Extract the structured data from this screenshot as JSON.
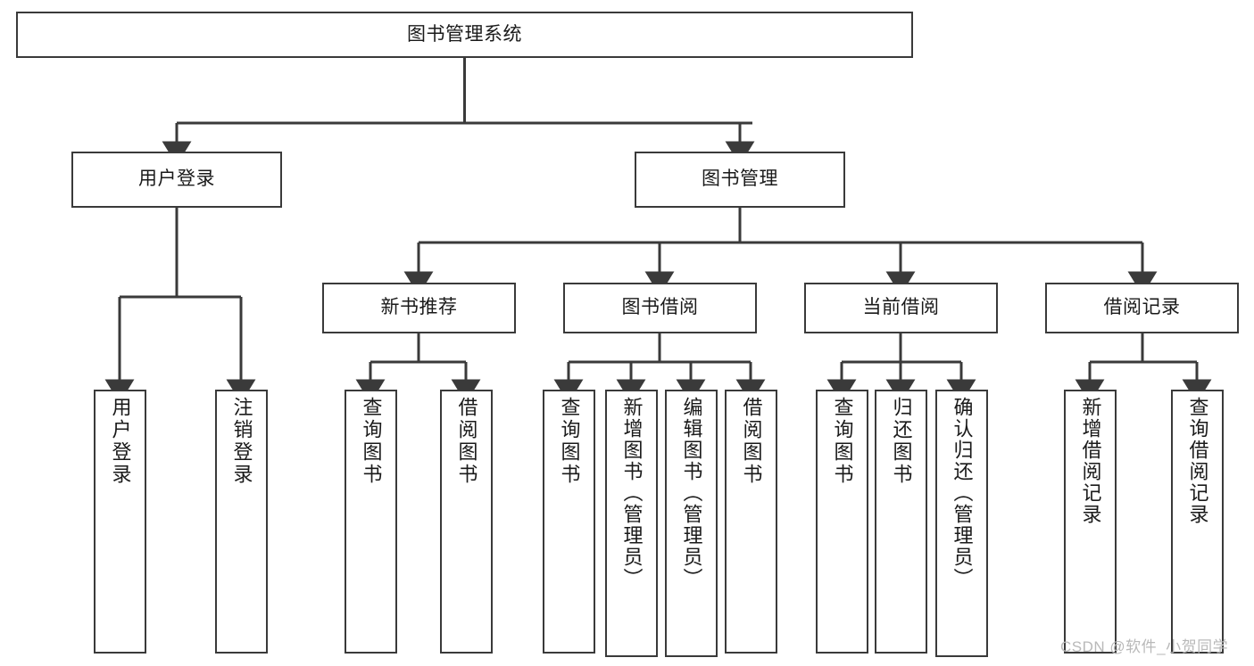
{
  "diagram": {
    "type": "tree-hierarchy-diagram",
    "title": "图书管理系统",
    "root": {
      "id": "root",
      "label": "图书管理系统"
    },
    "level2": [
      {
        "id": "user-login",
        "label": "用户登录"
      },
      {
        "id": "book-management",
        "label": "图书管理"
      }
    ],
    "level3": [
      {
        "id": "new-book-recommend",
        "label": "新书推荐",
        "parent": "book-management"
      },
      {
        "id": "book-borrow",
        "label": "图书借阅",
        "parent": "book-management"
      },
      {
        "id": "current-borrow",
        "label": "当前借阅",
        "parent": "book-management"
      },
      {
        "id": "borrow-record",
        "label": "借阅记录",
        "parent": "book-management"
      }
    ],
    "leaves": [
      {
        "id": "leaf-user-login",
        "label": "用户登录",
        "parent": "user-login"
      },
      {
        "id": "leaf-logout",
        "label": "注销登录",
        "parent": "user-login"
      },
      {
        "id": "leaf-query-book-1",
        "label": "查询图书",
        "parent": "new-book-recommend"
      },
      {
        "id": "leaf-borrow-book-1",
        "label": "借阅图书",
        "parent": "new-book-recommend"
      },
      {
        "id": "leaf-query-book-2",
        "label": "查询图书",
        "parent": "book-borrow"
      },
      {
        "id": "leaf-add-book",
        "label": "新增图书（管理员）",
        "parent": "book-borrow"
      },
      {
        "id": "leaf-edit-book",
        "label": "编辑图书（管理员）",
        "parent": "book-borrow"
      },
      {
        "id": "leaf-borrow-book-2",
        "label": "借阅图书",
        "parent": "book-borrow"
      },
      {
        "id": "leaf-query-book-3",
        "label": "查询图书",
        "parent": "current-borrow"
      },
      {
        "id": "leaf-return-book",
        "label": "归还图书",
        "parent": "current-borrow"
      },
      {
        "id": "leaf-confirm-return",
        "label": "确认归还（管理员）",
        "parent": "current-borrow"
      },
      {
        "id": "leaf-add-record",
        "label": "新增借阅记录",
        "parent": "borrow-record"
      },
      {
        "id": "leaf-query-record",
        "label": "查询借阅记录",
        "parent": "borrow-record"
      }
    ]
  },
  "watermark": {
    "text": "CSDN @软件_小贺同学"
  },
  "colors": {
    "border": "#3a3a3a",
    "background": "#ffffff",
    "text": "#1a1a1a",
    "watermark": "#b9b9b9"
  }
}
